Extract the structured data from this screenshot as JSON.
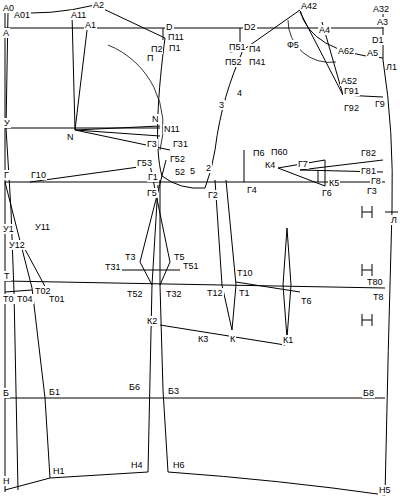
{
  "diagram": {
    "labels": [
      "А0",
      "А01",
      "А2",
      "А11",
      "А1",
      "А",
      "D",
      "П11",
      "П2",
      "П1",
      "П",
      "D2",
      "А42",
      "А32",
      "А3",
      "D1",
      "П51",
      "П4",
      "П52",
      "П41",
      "Ф5",
      "А4",
      "А62",
      "А5",
      "Л1",
      "А52",
      "Г91",
      "Г9",
      "Г92",
      "У",
      "N",
      "N",
      "N11",
      "Г3",
      "Г31",
      "3",
      "4",
      "П6",
      "П60",
      "Г53",
      "Г52",
      "Г1",
      "52",
      "5",
      "2",
      "К4",
      "Г7",
      "К5",
      "Г82",
      "Г81",
      "Г8",
      "Г10",
      "Г",
      "Г5",
      "Г2",
      "Г4",
      "Г6",
      "Г3",
      "Л",
      "У1",
      "У11",
      "У12",
      "Т3",
      "Т5",
      "Т31",
      "Т51",
      "Т10",
      "Т",
      "Т02",
      "Т0",
      "Т04",
      "Т01",
      "Т52",
      "Т32",
      "Т12",
      "Т1",
      "Т6",
      "Т80",
      "Т8",
      "К2",
      "К3",
      "К",
      "К1",
      "Б1",
      "Б6",
      "Б3",
      "Б",
      "Б8",
      "Н1",
      "Н4",
      "Н6",
      "Н",
      "Н5"
    ]
  }
}
